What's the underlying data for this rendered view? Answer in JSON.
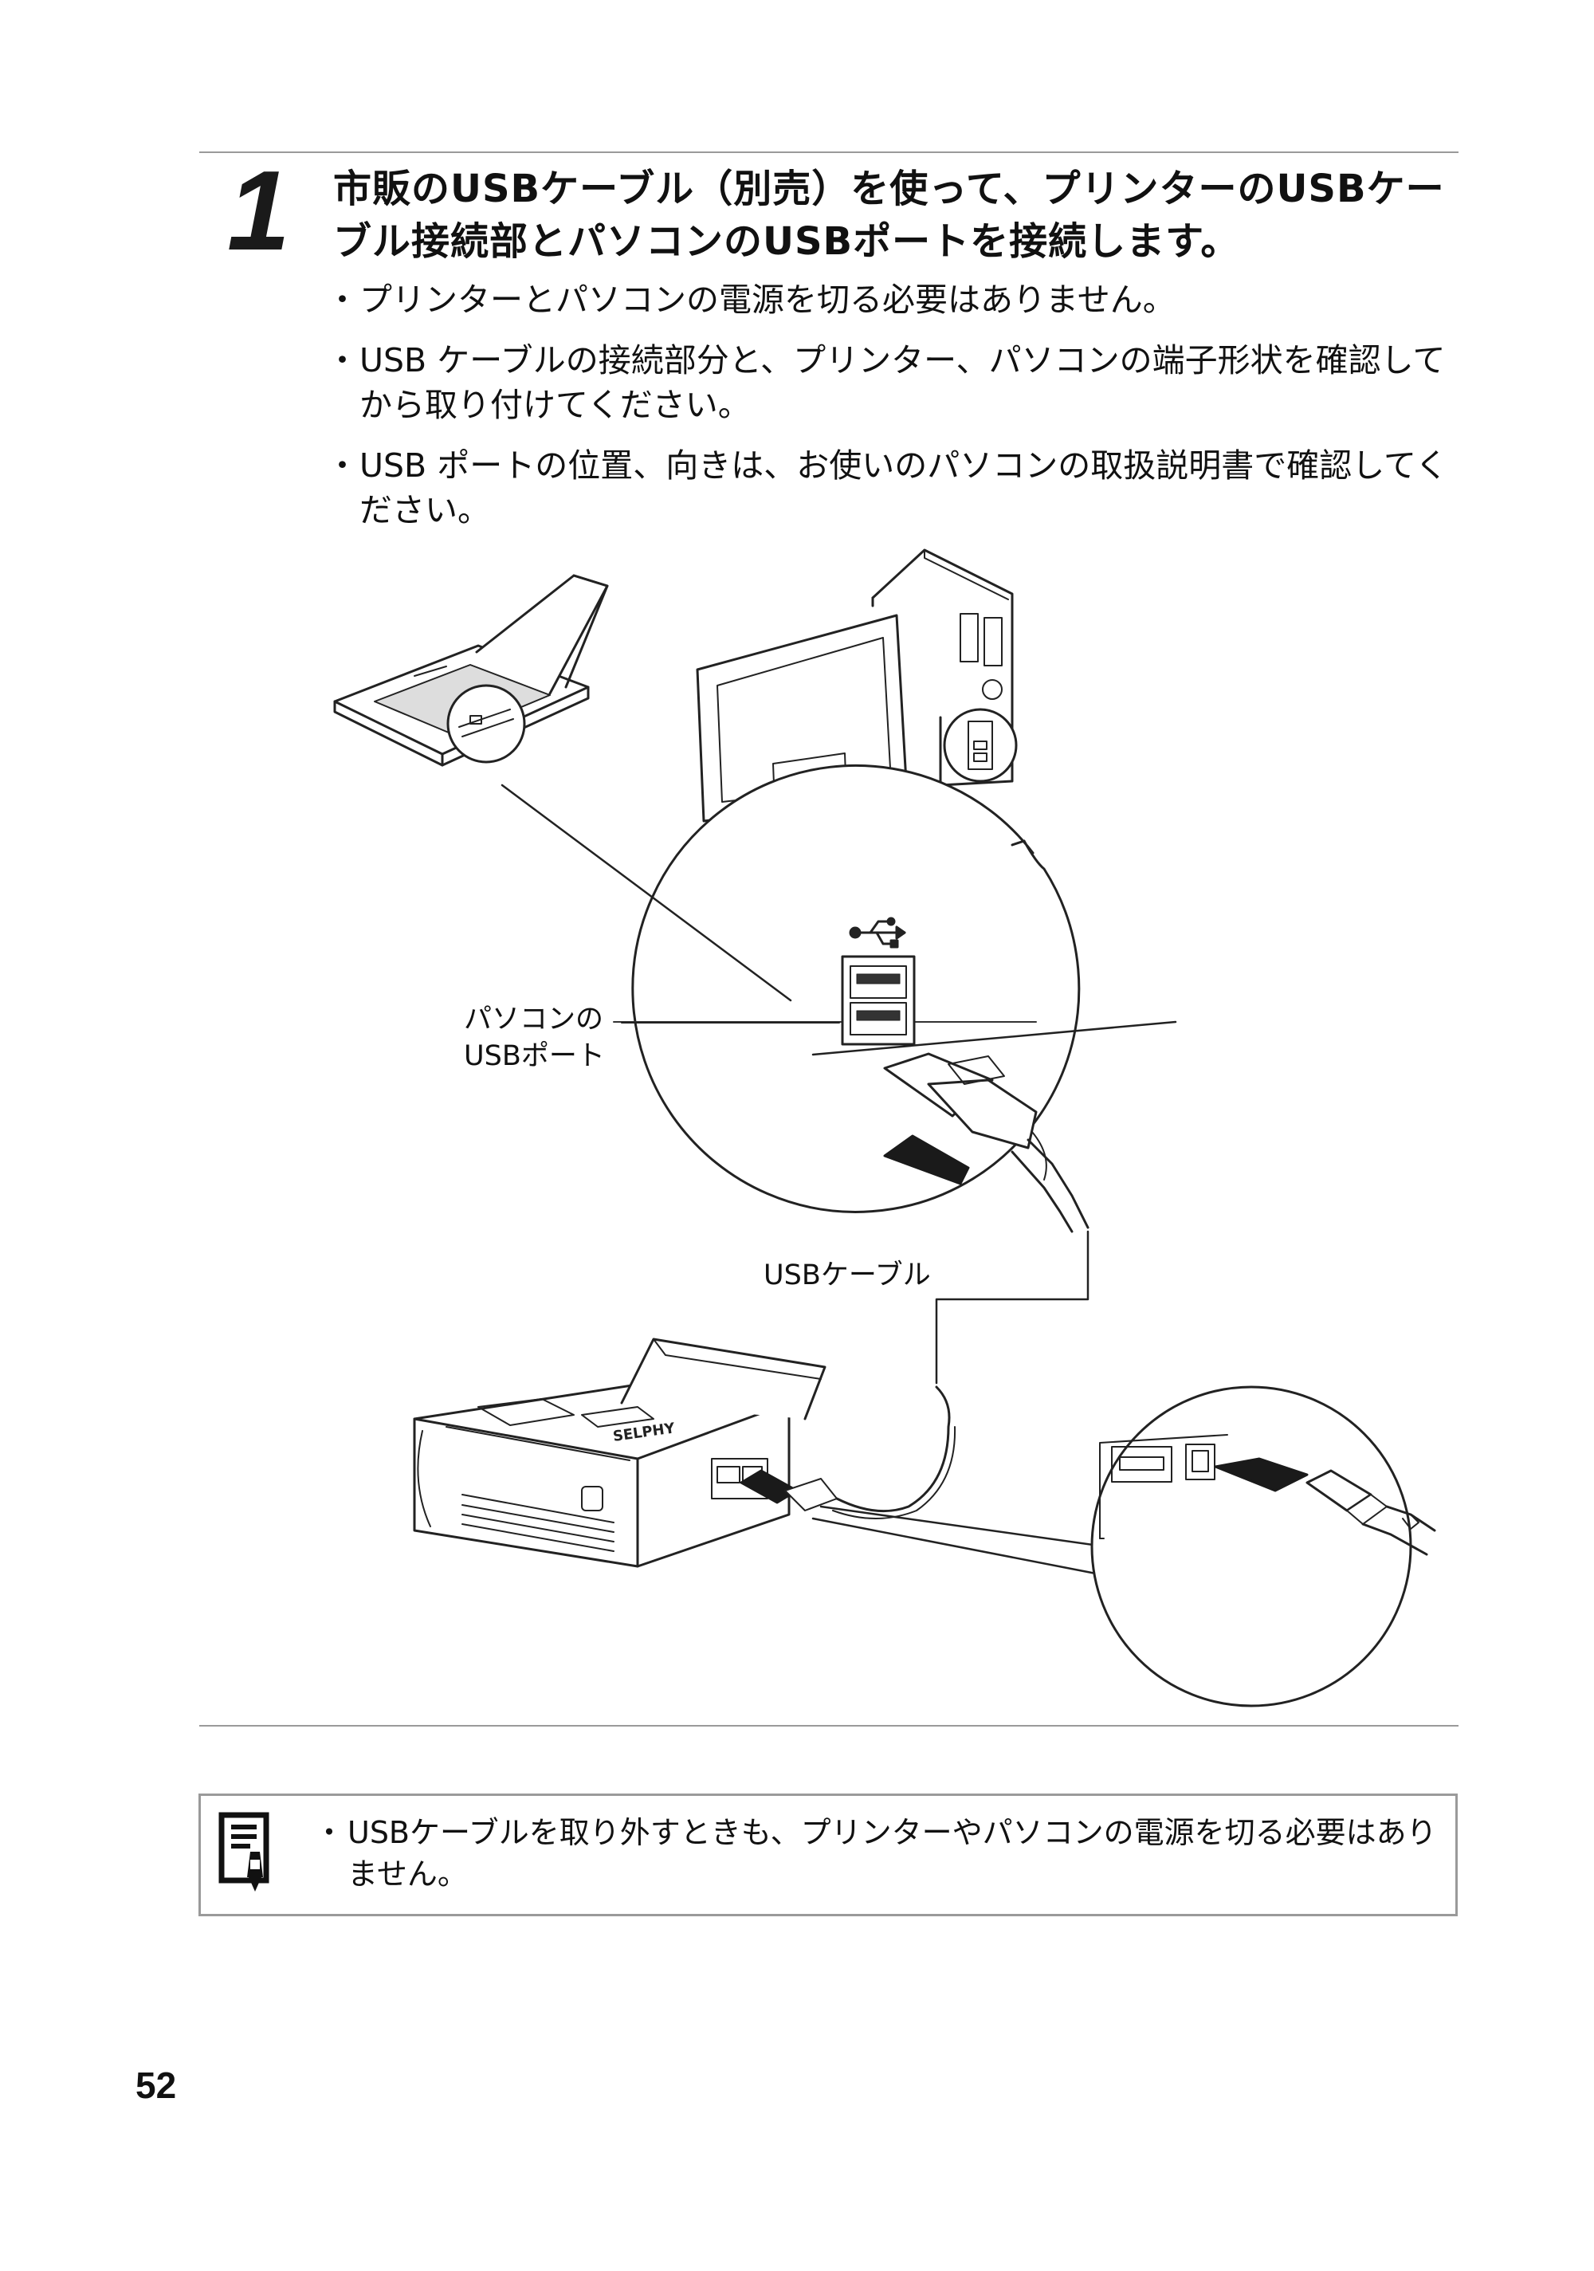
{
  "step": {
    "number": "1",
    "title": "市販のUSBケーブル（別売）を使って、プリンターのUSBケーブル接続部とパソコンのUSBポートを接続します。",
    "bullets": [
      "プリンターとパソコンの電源を切る必要はありません。",
      "USB ケーブルの接続部分と、プリンター、パソコンの端子形状を確認してから取り付けてください。",
      "USB ポートの位置、向きは、お使いのパソコンの取扱説明書で確認してください。"
    ]
  },
  "illustration": {
    "labels": {
      "usb_port_line1": "パソコンの",
      "usb_port_line2": "USBポート",
      "usb_cable": "USBケーブル"
    },
    "printer_label": "SELPHY",
    "icons": [
      "laptop-icon",
      "desktop-tower-icon",
      "monitor-icon",
      "usb-symbol-icon",
      "usb-a-plug-icon",
      "usb-b-plug-icon",
      "printer-icon",
      "insert-arrow-icon"
    ]
  },
  "note": {
    "icon": "note-memo-icon",
    "text": "USBケーブルを取り外すときも、プリンターやパソコンの電源を切る必要はありません。"
  },
  "page_number": "52"
}
